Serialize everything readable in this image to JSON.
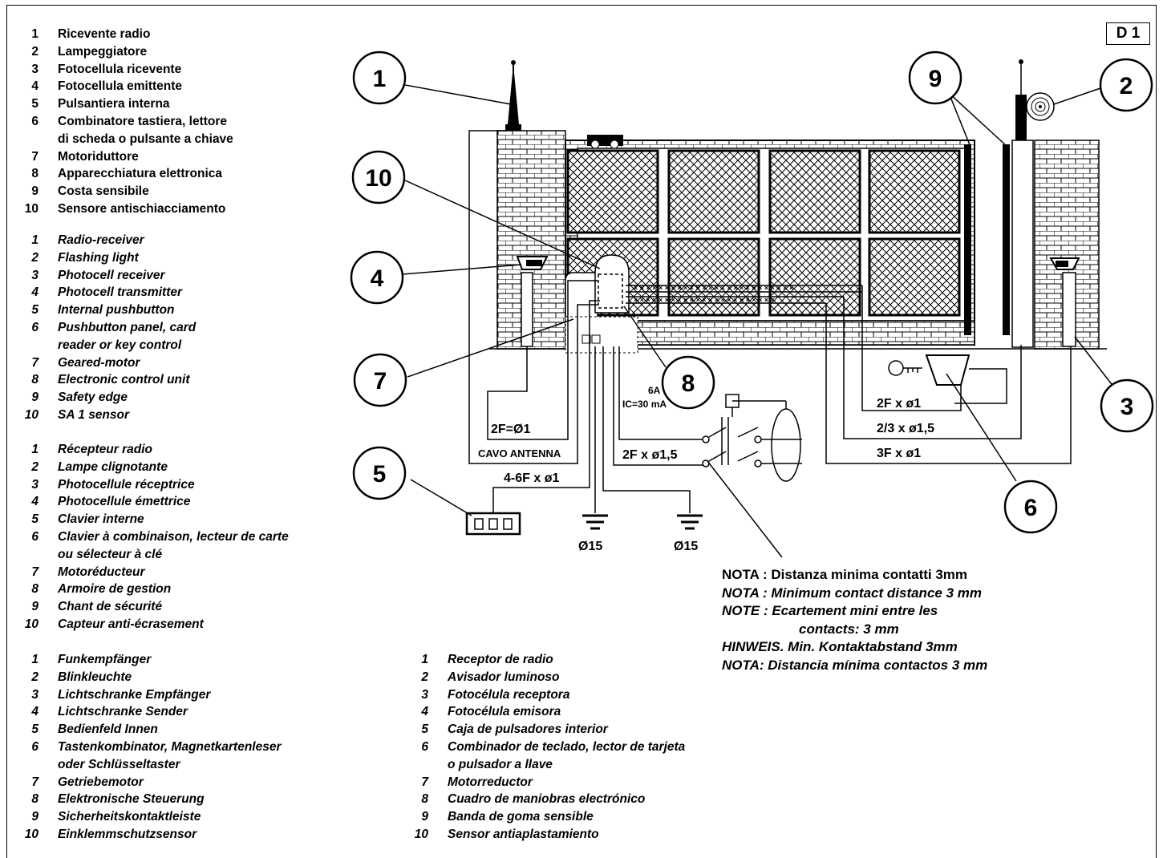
{
  "badge": "D 1",
  "legend_it": [
    {
      "n": "1",
      "t": "Ricevente radio"
    },
    {
      "n": "2",
      "t": "Lampeggiatore"
    },
    {
      "n": "3",
      "t": "Fotocellula ricevente"
    },
    {
      "n": "4",
      "t": "Fotocellula emittente"
    },
    {
      "n": "5",
      "t": "Pulsantiera interna"
    },
    {
      "n": "6",
      "t": "Combinatore tastiera, lettore",
      "cont": "di scheda o pulsante a chiave"
    },
    {
      "n": "7",
      "t": "Motoriduttore"
    },
    {
      "n": "8",
      "t": "Apparecchiatura elettronica"
    },
    {
      "n": "9",
      "t": "Costa sensibile"
    },
    {
      "n": "10",
      "t": "Sensore antischiacciamento"
    }
  ],
  "legend_en": [
    {
      "n": "1",
      "t": "Radio-receiver"
    },
    {
      "n": "2",
      "t": "Flashing light"
    },
    {
      "n": "3",
      "t": "Photocell receiver"
    },
    {
      "n": "4",
      "t": "Photocell transmitter"
    },
    {
      "n": "5",
      "t": "Internal pushbutton"
    },
    {
      "n": "6",
      "t": "Pushbutton panel, card",
      "cont": "reader or key control"
    },
    {
      "n": "7",
      "t": "Geared-motor"
    },
    {
      "n": "8",
      "t": "Electronic control unit"
    },
    {
      "n": "9",
      "t": "Safety edge"
    },
    {
      "n": "10",
      "t": "SA 1 sensor"
    }
  ],
  "legend_fr": [
    {
      "n": "1",
      "t": "Récepteur radio"
    },
    {
      "n": "2",
      "t": "Lampe clignotante"
    },
    {
      "n": "3",
      "t": "Photocellule réceptrice"
    },
    {
      "n": "4",
      "t": "Photocellule émettrice"
    },
    {
      "n": "5",
      "t": "Clavier interne"
    },
    {
      "n": "6",
      "t": "Clavier à combinaison, lecteur de carte",
      "cont": "ou sélecteur à clé"
    },
    {
      "n": "7",
      "t": "Motoréducteur"
    },
    {
      "n": "8",
      "t": "Armoire de gestion"
    },
    {
      "n": "9",
      "t": "Chant de sécurité"
    },
    {
      "n": "10",
      "t": "Capteur anti-écrasement"
    }
  ],
  "legend_de": [
    {
      "n": "1",
      "t": "Funkempfänger"
    },
    {
      "n": "2",
      "t": "Blinkleuchte"
    },
    {
      "n": "3",
      "t": "Lichtschranke Empfänger"
    },
    {
      "n": "4",
      "t": "Lichtschranke Sender"
    },
    {
      "n": "5",
      "t": "Bedienfeld Innen"
    },
    {
      "n": "6",
      "t": "Tastenkombinator, Magnetkartenleser",
      "cont": "oder Schlüsseltaster"
    },
    {
      "n": "7",
      "t": "Getriebemotor"
    },
    {
      "n": "8",
      "t": "Elektronische Steuerung"
    },
    {
      "n": "9",
      "t": "Sicherheitskontaktleiste"
    },
    {
      "n": "10",
      "t": "Einklemmschutzsensor"
    }
  ],
  "legend_es": [
    {
      "n": "1",
      "t": "Receptor de radio"
    },
    {
      "n": "2",
      "t": "Avisador luminoso"
    },
    {
      "n": "3",
      "t": "Fotocélula receptora"
    },
    {
      "n": "4",
      "t": "Fotocélula emisora"
    },
    {
      "n": "5",
      "t": "Caja de pulsadores interior"
    },
    {
      "n": "6",
      "t": "Combinador de teclado, lector de tarjeta",
      "cont": "o pulsador a llave"
    },
    {
      "n": "7",
      "t": "Motorreductor"
    },
    {
      "n": "8",
      "t": "Cuadro de maniobras electrónico"
    },
    {
      "n": "9",
      "t": "Banda de goma sensible"
    },
    {
      "n": "10",
      "t": "Sensor antiaplastamiento"
    }
  ],
  "callouts": [
    "1",
    "2",
    "3",
    "4",
    "5",
    "6",
    "7",
    "8",
    "9",
    "10"
  ],
  "wires": {
    "w_2f_phi1_short": "2F=Ø1",
    "cavo_antenna": "CAVO ANTENNA",
    "w_4_6f": "4-6F x ø1",
    "ground_left": "Ø15",
    "ground_right": "Ø15",
    "fuse_6a": "6A",
    "ic_30ma": "IC=30 mA",
    "w_2f_15": "2F x ø1,5",
    "w_2f_1": "2F x ø1",
    "w_23_15": "2/3 x ø1,5",
    "w_3f_1": "3F x ø1"
  },
  "notes": [
    "NOTA : Distanza minima contatti 3mm",
    "NOTA : Minimum contact distance 3 mm",
    "NOTE : Ecartement mini entre les",
    "contacts: 3 mm",
    "HINWEIS. Min. Kontaktabstand 3mm",
    "NOTA: Distancia mínima contactos 3 mm"
  ]
}
